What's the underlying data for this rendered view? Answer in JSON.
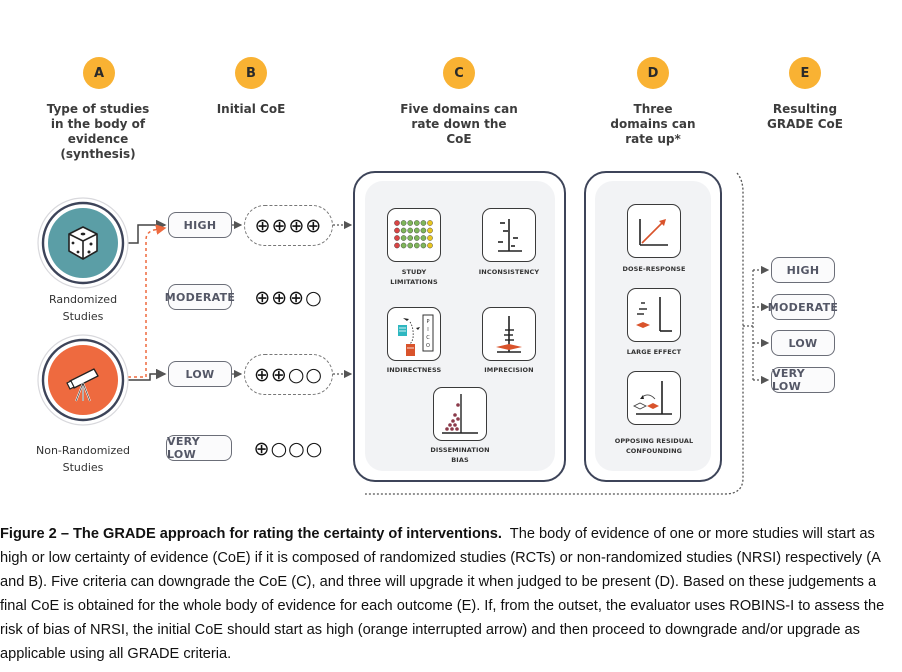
{
  "columns": [
    {
      "badge": "A",
      "title_lines": [
        "Type of studies",
        "in the body of",
        "evidence",
        "(synthesis)"
      ]
    },
    {
      "badge": "B",
      "title_lines": [
        "Initial CoE"
      ]
    },
    {
      "badge": "C",
      "title_lines": [
        "Five domains can",
        "rate down the",
        "CoE"
      ]
    },
    {
      "badge": "D",
      "title_lines": [
        "Three",
        "domains can",
        "rate up*"
      ]
    },
    {
      "badge": "E",
      "title_lines": [
        "Resulting",
        "GRADE CoE"
      ]
    }
  ],
  "studies": [
    {
      "label_lines": [
        "Randomized",
        "Studies"
      ],
      "icon": "dice-icon",
      "color": "#5b9ea6"
    },
    {
      "label_lines": [
        "Non-Randomized",
        "Studies"
      ],
      "icon": "telescope-icon",
      "color": "#ee6a3f"
    }
  ],
  "initial_levels": [
    {
      "label": "HIGH",
      "symbols": "⊕⊕⊕⊕",
      "highlighted": true
    },
    {
      "label": "MODERATE",
      "symbols": "⊕⊕⊕○",
      "highlighted": false
    },
    {
      "label": "LOW",
      "symbols": "⊕⊕○○",
      "highlighted": true
    },
    {
      "label": "VERY LOW",
      "symbols": "⊕○○○",
      "highlighted": false
    }
  ],
  "downgrade_domains": [
    {
      "label_lines": [
        "STUDY",
        "LIMITATIONS"
      ],
      "icon": "study-limitations-icon"
    },
    {
      "label_lines": [
        "INCONSISTENCY"
      ],
      "icon": "inconsistency-icon"
    },
    {
      "label_lines": [
        "INDIRECTNESS"
      ],
      "icon": "indirectness-icon"
    },
    {
      "label_lines": [
        "IMPRECISION"
      ],
      "icon": "imprecision-icon"
    },
    {
      "label_lines": [
        "DISSEMINATION",
        "BIAS"
      ],
      "icon": "dissemination-bias-icon"
    }
  ],
  "upgrade_domains": [
    {
      "label_lines": [
        "DOSE-RESPONSE"
      ],
      "icon": "dose-response-icon"
    },
    {
      "label_lines": [
        "LARGE EFFECT"
      ],
      "icon": "large-effect-icon"
    },
    {
      "label_lines": [
        "OPPOSING RESIDUAL",
        "CONFOUNDING"
      ],
      "icon": "opposing-confounding-icon"
    }
  ],
  "pico_letters": [
    "P",
    "I",
    "C",
    "O"
  ],
  "resulting_levels": [
    "HIGH",
    "MODERATE",
    "LOW",
    "VERY LOW"
  ],
  "colors": {
    "badge": "#f9b233",
    "randomized": "#5b9ea6",
    "non_randomized": "#ee6a3f",
    "orange_arrow": "#ee6a3f",
    "panel_border": "#3d4459"
  },
  "caption": {
    "bold": "Figure 2 – The GRADE approach for rating the certainty of interventions.",
    "text": "  The body of evidence of one or more studies will start as high or low certainty of evidence (CoE) if it is composed of randomized studies (RCTs) or non-randomized studies (NRSI) respectively (A and B). Five criteria can downgrade the CoE (C), and three will upgrade it when judged to be present (D). Based on these judgements a final CoE is obtained for the whole body of evidence for each outcome (E). If, from the outset, the evaluator uses ROBINS-I to assess the risk of bias of NRSI, the initial CoE should start as high (orange interrupted arrow) and then proceed to downgrade and/or upgrade as applicable using all GRADE criteria."
  }
}
